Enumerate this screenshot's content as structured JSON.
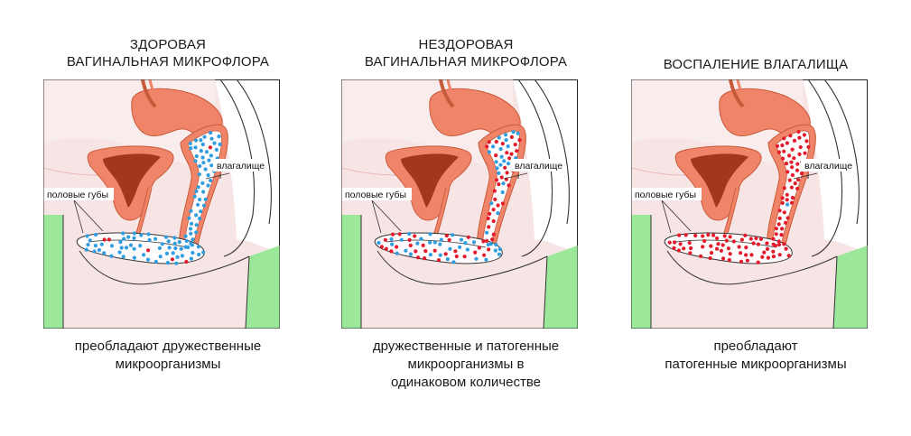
{
  "colors": {
    "skin": "#f7e4e4",
    "organ": "#f08468",
    "organ_dark": "#a2371d",
    "organ_stroke": "#c85a3a",
    "green": "#9be89a",
    "friendly": "#2f9ee0",
    "pathogen": "#e3192c",
    "line": "#333333"
  },
  "panels": [
    {
      "title": "ЗДОРОВАЯ\nВАГИНАЛЬНАЯ МИКРОФЛОРА",
      "label_vagina": "влагалище",
      "label_labia": "половые губы",
      "caption": "преобладают дружественные\nмикроорганизмы",
      "pathogen_ratio": 0.04
    },
    {
      "title": "НЕЗДОРОВАЯ\nВАГИНАЛЬНАЯ МИКРОФЛОРА",
      "label_vagina": "влагалище",
      "label_labia": "половые губы",
      "caption": "дружественные и патогенные\nмикроорганизмы в\nодинаковом количестве",
      "pathogen_ratio": 0.5
    },
    {
      "title": "ВОСПАЛЕНИЕ ВЛАГАЛИЩА",
      "label_vagina": "влагалище",
      "label_labia": "половые губы",
      "caption": "преобладают\nпатогенные микроорганизмы",
      "pathogen_ratio": 0.96
    }
  ]
}
